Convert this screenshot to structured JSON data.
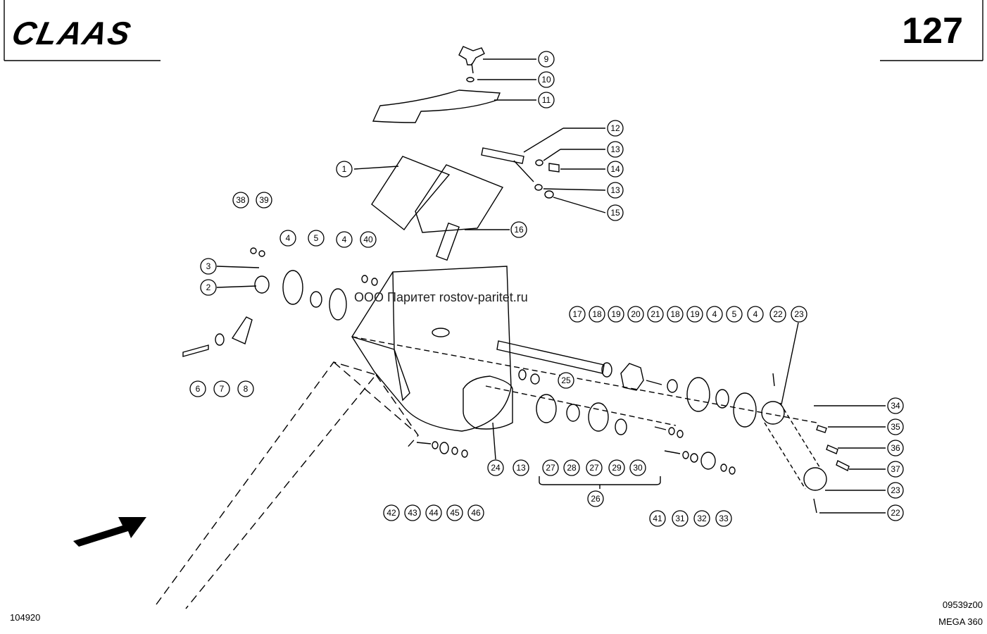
{
  "header": {
    "brand": "CLAAS",
    "page_number": "127"
  },
  "footer": {
    "drawing_number": "104920",
    "reference": "09539z00",
    "model": "MEGA 360"
  },
  "watermark": "ООО Паритет  rostov-paritet.ru",
  "callouts": [
    {
      "label": "1"
    },
    {
      "label": "2"
    },
    {
      "label": "3"
    },
    {
      "label": "4"
    },
    {
      "label": "4"
    },
    {
      "label": "4"
    },
    {
      "label": "4"
    },
    {
      "label": "5"
    },
    {
      "label": "5"
    },
    {
      "label": "6"
    },
    {
      "label": "7"
    },
    {
      "label": "8"
    },
    {
      "label": "9"
    },
    {
      "label": "10"
    },
    {
      "label": "11"
    },
    {
      "label": "12"
    },
    {
      "label": "13"
    },
    {
      "label": "13"
    },
    {
      "label": "13"
    },
    {
      "label": "14"
    },
    {
      "label": "15"
    },
    {
      "label": "16"
    },
    {
      "label": "17"
    },
    {
      "label": "18"
    },
    {
      "label": "18"
    },
    {
      "label": "19"
    },
    {
      "label": "19"
    },
    {
      "label": "20"
    },
    {
      "label": "21"
    },
    {
      "label": "22"
    },
    {
      "label": "22"
    },
    {
      "label": "23"
    },
    {
      "label": "23"
    },
    {
      "label": "24"
    },
    {
      "label": "25"
    },
    {
      "label": "26"
    },
    {
      "label": "27"
    },
    {
      "label": "27"
    },
    {
      "label": "28"
    },
    {
      "label": "29"
    },
    {
      "label": "30"
    },
    {
      "label": "31"
    },
    {
      "label": "32"
    },
    {
      "label": "33"
    },
    {
      "label": "34"
    },
    {
      "label": "35"
    },
    {
      "label": "36"
    },
    {
      "label": "37"
    },
    {
      "label": "38"
    },
    {
      "label": "39"
    },
    {
      "label": "40"
    },
    {
      "label": "41"
    },
    {
      "label": "42"
    },
    {
      "label": "43"
    },
    {
      "label": "44"
    },
    {
      "label": "45"
    },
    {
      "label": "46"
    }
  ]
}
